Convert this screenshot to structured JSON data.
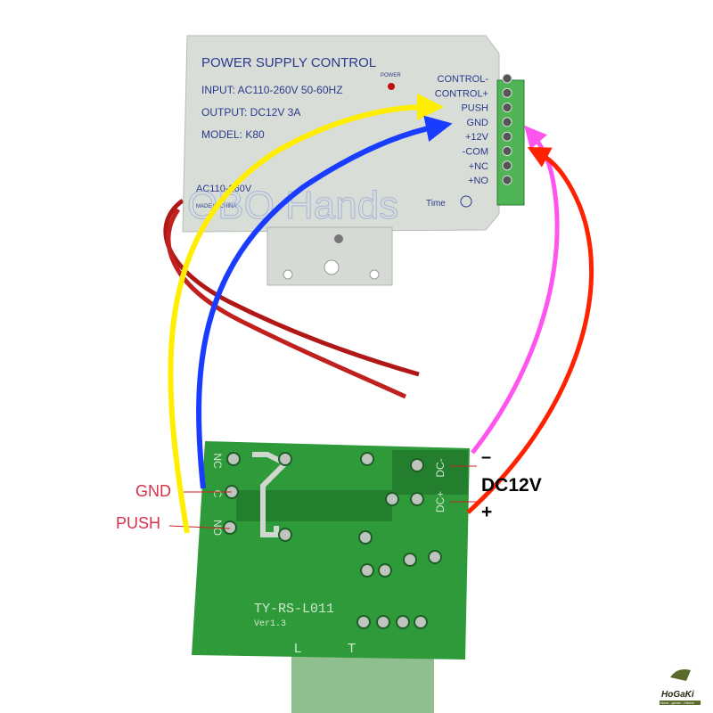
{
  "psu": {
    "title": "POWER SUPPLY CONTROL",
    "input": "INPUT: AC110-260V 50-60HZ",
    "output": "OUTPUT: DC12V 3A",
    "model": "MODEL: K80",
    "power_led_label": "POWER",
    "ac_label": "AC110-260V",
    "made_in": "MADE IN CHINA",
    "time_label": "Time",
    "terminals": [
      "CONTROL-",
      "CONTROL+",
      "PUSH",
      "GND",
      "+12V",
      "-COM",
      "+NC",
      "+NO"
    ]
  },
  "watermark": "OBO Hands",
  "board": {
    "model": "TY-RS-L011",
    "version": "Ver1.3",
    "pins_left": [
      "NC",
      "C",
      "NO"
    ],
    "pins_right": [
      "DC-",
      "DC+"
    ],
    "led_labels": [
      "L",
      "T"
    ]
  },
  "callouts": {
    "gnd": "GND",
    "push": "PUSH",
    "minus": "–",
    "dc12v": "DC12V",
    "plus": "+"
  },
  "logo": {
    "name": "HoGaKi",
    "tagline": "Home - garden - Kitchen"
  },
  "colors": {
    "yellow": "#ffee00",
    "blue": "#1a3cff",
    "magenta": "#ff55ee",
    "red": "#ff2200",
    "board": "#2f9a3a",
    "psu": "#d9ddd8"
  }
}
